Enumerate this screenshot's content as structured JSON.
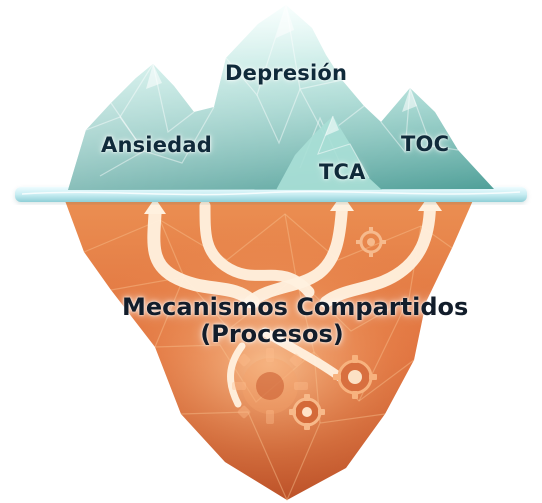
{
  "diagram": {
    "above_water": {
      "peaks": [
        {
          "label": "Ansiedad"
        },
        {
          "label": "Depresión"
        },
        {
          "label": "TCA"
        },
        {
          "label": "TOC"
        }
      ]
    },
    "below_water": {
      "line1": "Mecanismos Compartidos",
      "line2": "(Procesos)"
    },
    "colors": {
      "ice": "#8fcfc6",
      "ice_dark": "#4f9f98",
      "ice_light": "#d9f3ef",
      "water": "#bfe7ee",
      "underwater": "#e0743f",
      "underwater_dark": "#b14c24",
      "underwater_light": "#f2a168",
      "text": "#102a3a"
    },
    "icons": [
      "arrow-icon",
      "gear-icon"
    ]
  }
}
